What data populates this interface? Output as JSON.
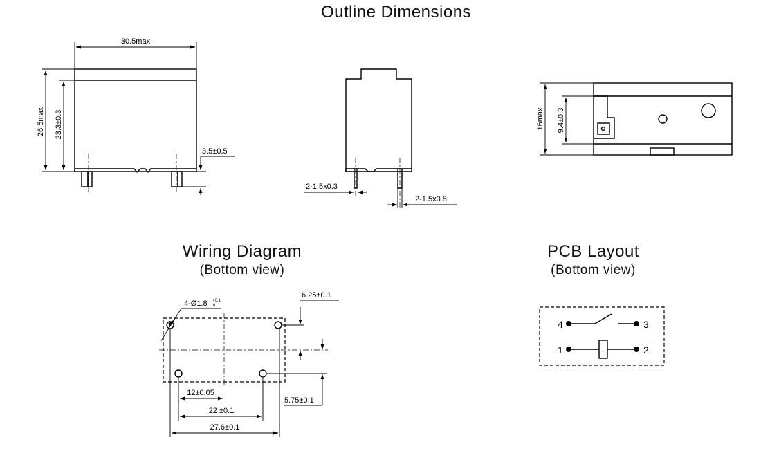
{
  "titles": {
    "outline": "Outline Dimensions",
    "wiring": "Wiring Diagram",
    "wiring_sub": "(Bottom view)",
    "pcb": "PCB Layout",
    "pcb_sub": "(Bottom view)"
  },
  "front_view": {
    "width": "30.5max",
    "height_total": "26.5max",
    "height_body": "23.3±0.3",
    "pin_length": "3.5±0.5"
  },
  "side_view": {
    "pin_a": "2-1.5x0.3",
    "pin_b": "2-1.5x0.8"
  },
  "top_view": {
    "height_total": "16max",
    "height_inner": "9.4±0.3"
  },
  "wiring": {
    "hole": "4-Ø1.8",
    "hole_tol_plus": "+0.1",
    "hole_tol_minus": "0",
    "offset_right": "6.25±0.1",
    "offset_bottom": "5.75±0.1",
    "span_small": "12±0.05",
    "span_mid": "22 ±0.1",
    "span_total": "27.6±0.1"
  },
  "pcb": {
    "pins": [
      "4",
      "3",
      "1",
      "2"
    ]
  }
}
